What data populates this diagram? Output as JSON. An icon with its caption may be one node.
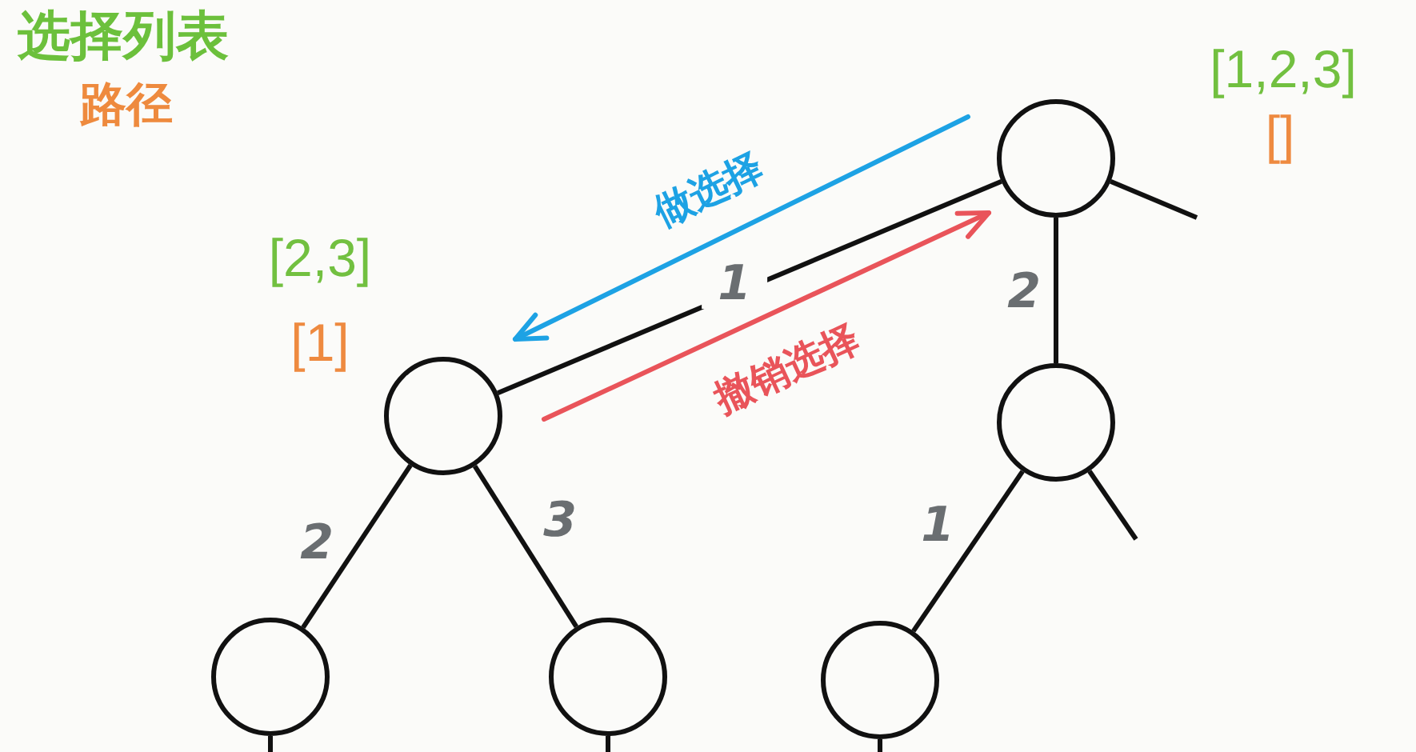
{
  "diagram": {
    "nodes": [
      {
        "text": [],
        "shape": "circle",
        "beside": [
          "[1,2,3]",
          "[]"
        ]
      },
      {
        "text": [],
        "shape": "circle",
        "beside": [
          "[2,3]",
          "[1]"
        ]
      },
      {
        "text": [],
        "shape": "circle"
      },
      {
        "text": [],
        "shape": "circle"
      },
      {
        "text": [],
        "shape": "circle"
      },
      {
        "text": [],
        "shape": "circle"
      }
    ],
    "edges": [
      {
        "from": 0,
        "to": 1,
        "arrow": "none",
        "label": "1"
      },
      {
        "from": 0,
        "to": 2,
        "arrow": "none",
        "label": "2"
      },
      {
        "from": 0,
        "to": null,
        "arrow": "none"
      },
      {
        "from": 1,
        "to": 3,
        "arrow": "none",
        "label": "2"
      },
      {
        "from": 1,
        "to": 4,
        "arrow": "none",
        "label": "3"
      },
      {
        "from": 2,
        "to": 5,
        "arrow": "none",
        "label": "1"
      },
      {
        "from": 2,
        "to": null,
        "arrow": "none"
      },
      {
        "from": 3,
        "to": null,
        "arrow": "none"
      },
      {
        "from": 4,
        "to": null,
        "arrow": "none"
      },
      {
        "from": 5,
        "to": null,
        "arrow": "none"
      }
    ],
    "labels": [
      "选择列表",
      "路径",
      "做选择",
      "撤销选择"
    ]
  }
}
